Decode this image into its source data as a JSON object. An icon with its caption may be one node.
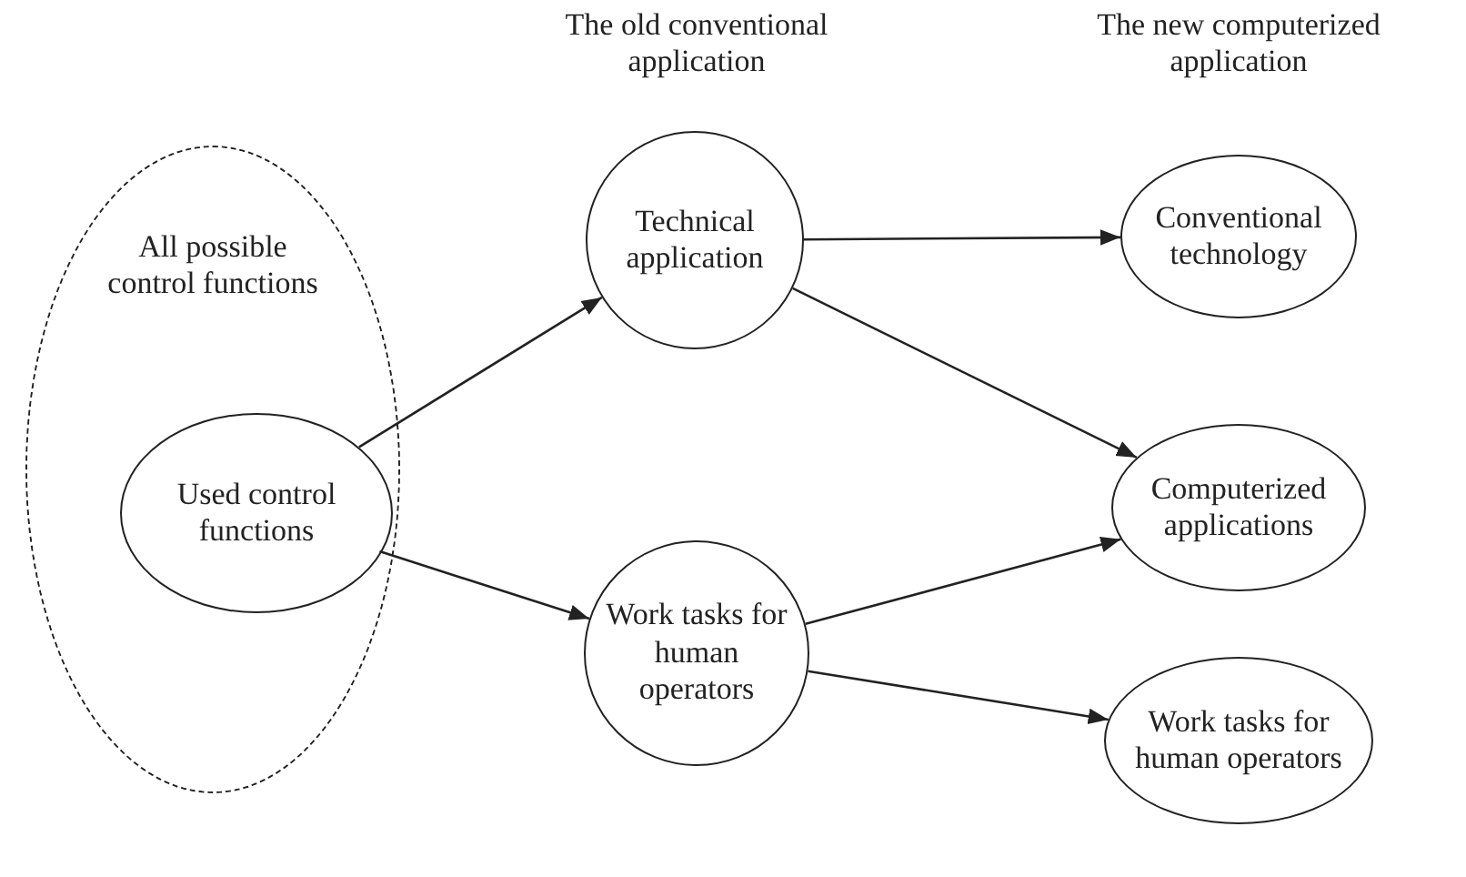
{
  "diagram": {
    "nodes": [
      {
        "text": [
          "All possible control functions"
        ]
      },
      {
        "text": [
          "Used control functions"
        ],
        "in": 0
      },
      {
        "text": [
          "Technical application"
        ]
      },
      {
        "text": [
          "Work tasks for human operators"
        ]
      },
      {
        "text": [
          "Conventional technology"
        ]
      },
      {
        "text": [
          "Computerized applications"
        ]
      },
      {
        "text": [
          "Work tasks for human operators"
        ]
      }
    ],
    "edges": [
      {
        "from": 1,
        "to": 2,
        "arrow": "to"
      },
      {
        "from": 1,
        "to": 3,
        "arrow": "to"
      },
      {
        "from": 2,
        "to": 4,
        "arrow": "to"
      },
      {
        "from": 2,
        "to": 5,
        "arrow": "to"
      },
      {
        "from": 3,
        "to": 5,
        "arrow": "to"
      },
      {
        "from": 3,
        "to": 6,
        "arrow": "to"
      }
    ],
    "labels": [
      "The old conventional application",
      "The new computerized application"
    ]
  }
}
